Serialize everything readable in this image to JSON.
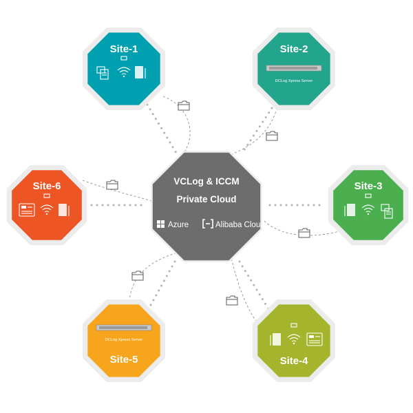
{
  "center": {
    "title_line1": "VCLog & ICCM",
    "title_line2": "Private Cloud",
    "vendors": [
      {
        "label": "Azure",
        "icon": "windows-logo-icon"
      },
      {
        "label": "Alibaba Cloud",
        "icon": "alibaba-cloud-logo-icon"
      }
    ]
  },
  "sites": [
    {
      "title": "Site-1",
      "color": "#00a0b0",
      "content": "phones-wifi-gateway"
    },
    {
      "title": "Site-2",
      "color": "#23a48c",
      "content": "server",
      "server_label": "DCLog Xpress Server"
    },
    {
      "title": "Site-3",
      "color": "#4caf4f",
      "content": "gateway-wifi-phones"
    },
    {
      "title": "Site-4",
      "color": "#a4b42c",
      "content": "gateway-wifi-phone"
    },
    {
      "title": "Site-5",
      "color": "#f7a51c",
      "content": "server",
      "server_label": "DCLog Xpress Server"
    },
    {
      "title": "Site-6",
      "color": "#ee5525",
      "content": "phone-wifi-gateway"
    }
  ],
  "colors": {
    "center_fill": "#6d6d6d",
    "center_border": "#ececec"
  }
}
